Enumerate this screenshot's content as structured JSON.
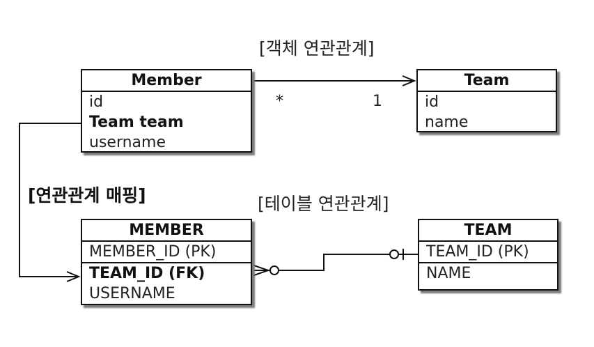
{
  "captions": {
    "object_relation": "[객체 연관관계]",
    "table_relation": "[테이블 연관관계]",
    "mapping": "[연관관계 매핑]"
  },
  "entities": {
    "member": {
      "title": "Member",
      "fields": [
        "id",
        "Team team",
        "username"
      ]
    },
    "team": {
      "title": "Team",
      "fields": [
        "id",
        "name"
      ]
    }
  },
  "tables": {
    "member": {
      "title": "MEMBER",
      "fields": [
        "MEMBER_ID (PK)",
        "TEAM_ID (FK)",
        "USERNAME"
      ]
    },
    "team": {
      "title": "TEAM",
      "fields": [
        "TEAM_ID (PK)",
        "NAME"
      ]
    }
  },
  "multiplicity": {
    "member_side": "*",
    "team_side": "1"
  }
}
